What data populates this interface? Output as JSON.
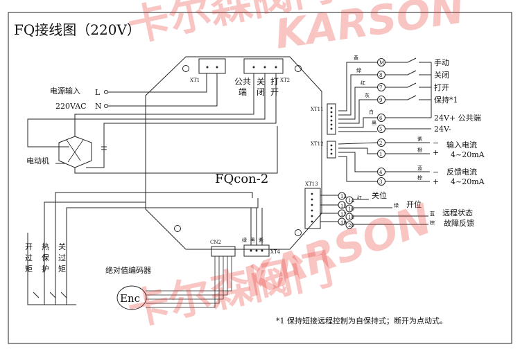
{
  "title": "FQ接线图（220V）",
  "watermark": {
    "cn": "卡尔森阀门",
    "en": "KARSON",
    "color": "#e8322d"
  },
  "board_label": "FQcon-2",
  "terminals": {
    "xt1": "XT1",
    "xt2": "XT2",
    "xt4": "XT4",
    "xt11": "XT11",
    "xt12": "XT12",
    "xt13": "XT13",
    "cn2": "CN2"
  },
  "power": {
    "label": "电源输入",
    "voltage": "220VAC",
    "l": "L",
    "n": "N"
  },
  "motor": "电动机",
  "encoder": {
    "label": "绝对值编码器",
    "enc": "Enc"
  },
  "xt2_labels": {
    "common": "公共端",
    "close": "关闭",
    "open": "打开"
  },
  "xt4_colors": {
    "green": "绿",
    "black": "黑",
    "purple": "紫"
  },
  "limit_switches": {
    "open": "开过矩",
    "thermal": "热保护",
    "close": "关过矩"
  },
  "xt11": {
    "wires": [
      "黄",
      "绿",
      "红",
      "灰",
      "白",
      "黑"
    ],
    "pins": [
      "M",
      "8",
      "7",
      "9",
      "6",
      "5"
    ],
    "functions": [
      "手动",
      "关闭",
      "打开",
      "保持*1",
      "24V+ 公共端",
      "24V-"
    ]
  },
  "xt12": {
    "pins": [
      "2",
      "1",
      "4",
      "3"
    ],
    "colors": [
      "紫",
      "橙",
      "蓝",
      "棕"
    ],
    "signs": [
      "−",
      "+",
      "−",
      "+"
    ],
    "input_current": "输入电流",
    "input_range": "4~20mA",
    "feedback_current": "反馈电流",
    "feedback_range": "4~20mA"
  },
  "xt13": {
    "left_pins": [
      "13",
      "15",
      "17",
      "19"
    ],
    "right_pins": [
      "14",
      "16",
      "18",
      "20"
    ],
    "colors": [
      "红",
      "绿",
      "蓝",
      "棕"
    ],
    "functions": [
      "关位",
      "开位",
      "远程状态",
      "故障反馈"
    ]
  },
  "footnote": "*1 保持短接远程控制为自保持式；断开为点动式。"
}
